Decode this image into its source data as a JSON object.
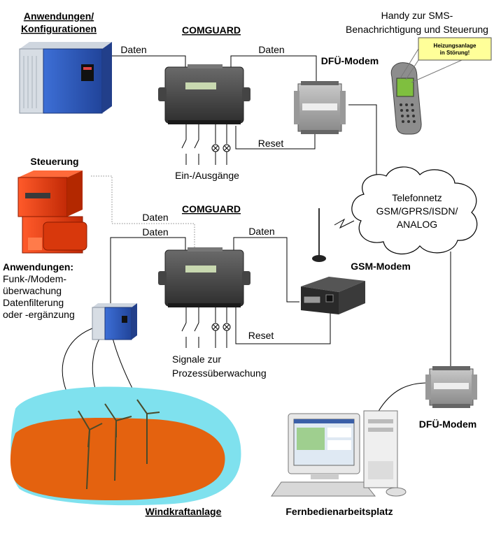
{
  "labels": {
    "applications_config": "Anwendungen/\nKonfigurationen",
    "comguard_top": "COMGUARD",
    "comguard_bottom": "COMGUARD",
    "dfu_modem_top": "DFÜ-Modem",
    "dfu_modem_bottom": "DFÜ-Modem",
    "gsm_modem": "GSM-Modem",
    "handy": "Handy zur SMS-\nBenachrichtigung und Steuerung",
    "sms_text": "Heizungsanlage\nin Störung!",
    "steuerung": "Steuerung",
    "anwendungen_title": "Anwendungen:",
    "anwendungen_items": "Funk-/Modem-\nüberwachung\nDatenfilterung\noder -ergänzung",
    "telefonnetz": "Telefonnetz\nGSM/GPRS/ISDN/\nANALOG",
    "ein_ausgaenge": "Ein-/Ausgänge",
    "signale": "Signale zur\nProzessüberwachung",
    "windkraftanlage": "Windkraftanlage",
    "fernbedienarbeitsplatz": "Fernbedienarbeitsplatz",
    "daten_1": "Daten",
    "daten_2": "Daten",
    "daten_3": "Daten",
    "daten_4": "Daten",
    "daten_5": "Daten",
    "reset_top": "Reset",
    "reset_bottom": "Reset"
  }
}
